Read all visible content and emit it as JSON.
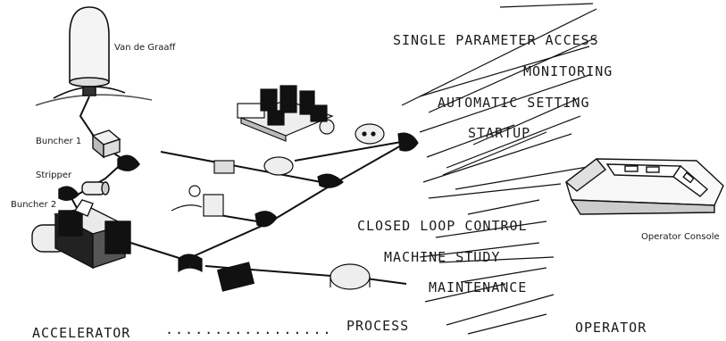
{
  "labels": {
    "van_de_graaff": "Van de Graaff",
    "buncher1": "Buncher 1",
    "stripper": "Stripper",
    "buncher2": "Buncher 2",
    "operator_console": "Operator Console"
  },
  "functions": {
    "single_parameter_access": "SINGLE PARAMETER ACCESS",
    "monitoring": "MONITORING",
    "automatic_setting": "AUTOMATIC SETTING",
    "startup": "STARTUP",
    "closed_loop_control": "CLOSED LOOP CONTROL",
    "machine_study": "MACHINE STUDY",
    "maintenance": "MAINTENANCE"
  },
  "sections": {
    "accelerator": "ACCELERATOR",
    "dots": ".................",
    "process": "PROCESS",
    "operator": "OPERATOR"
  }
}
